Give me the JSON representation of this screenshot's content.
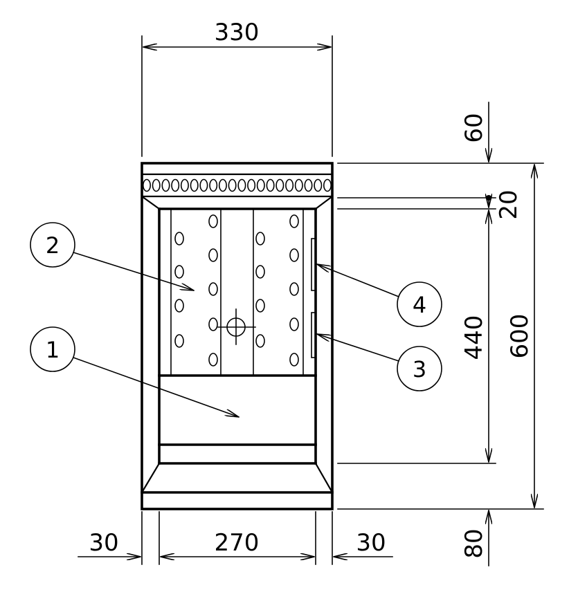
{
  "dimensions": {
    "overall_width": "330",
    "top_offset": "60",
    "gap": "20",
    "inner_height": "440",
    "total_height": "600",
    "bottom_offset": "80",
    "left_wall": "30",
    "inner_width": "270",
    "right_wall": "30"
  },
  "callouts": [
    "1",
    "2",
    "3",
    "4"
  ],
  "louver_ring_count": 20
}
